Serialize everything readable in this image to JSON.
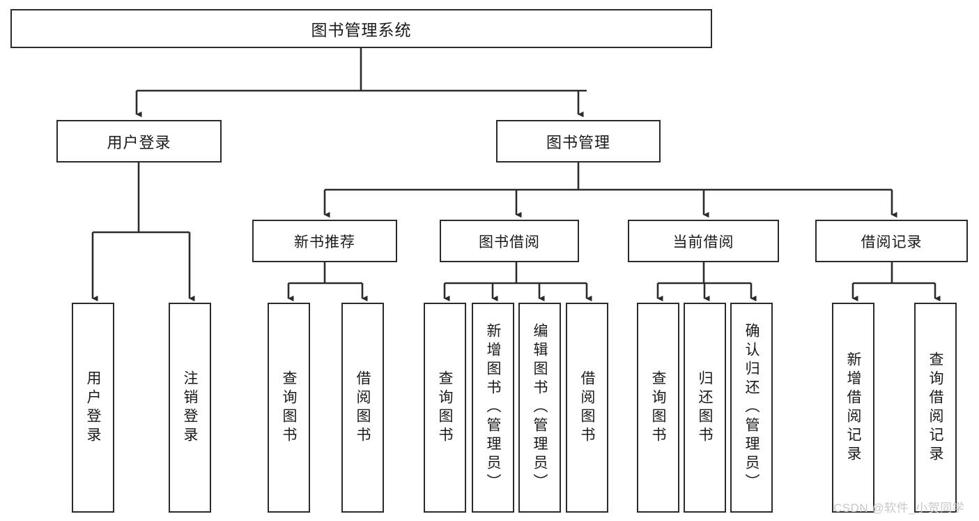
{
  "diagram": {
    "title": "图书管理系统",
    "type": "functional-structure-tree",
    "watermark": "CSDN @软件_小贺同学",
    "colors": {
      "stroke": "#2b2b2b",
      "fill": "#ffffff",
      "text": "#1a1a1a",
      "watermark": "#c8c8c8"
    },
    "nodes": {
      "root": {
        "label": "图书管理系统"
      },
      "level1": [
        {
          "id": "user-login",
          "label": "用户登录"
        },
        {
          "id": "book-management",
          "label": "图书管理"
        }
      ],
      "level2": [
        {
          "id": "new-book-recommend",
          "label": "新书推荐"
        },
        {
          "id": "book-borrow",
          "label": "图书借阅"
        },
        {
          "id": "current-borrow",
          "label": "当前借阅"
        },
        {
          "id": "borrow-record",
          "label": "借阅记录"
        }
      ],
      "leaves": {
        "user_login": [
          {
            "id": "leaf-user-login",
            "label": "用户登录"
          },
          {
            "id": "leaf-logout-login",
            "label": "注销登录"
          }
        ],
        "new_book_recommend": [
          {
            "id": "leaf-query-book-1",
            "label": "查询图书"
          },
          {
            "id": "leaf-borrow-book-1",
            "label": "借阅图书"
          }
        ],
        "book_borrow": [
          {
            "id": "leaf-query-book-2",
            "label": "查询图书"
          },
          {
            "id": "leaf-add-book",
            "label": "新增图书（管理员）"
          },
          {
            "id": "leaf-edit-book",
            "label": "编辑图书（管理员）"
          },
          {
            "id": "leaf-borrow-book-2",
            "label": "借阅图书"
          }
        ],
        "current_borrow": [
          {
            "id": "leaf-query-book-3",
            "label": "查询图书"
          },
          {
            "id": "leaf-return-book",
            "label": "归还图书"
          },
          {
            "id": "leaf-confirm-return",
            "label": "确认归还（管理员）"
          }
        ],
        "borrow_record": [
          {
            "id": "leaf-add-record",
            "label": "新增借阅记录"
          },
          {
            "id": "leaf-query-record",
            "label": "查询借阅记录"
          }
        ]
      }
    }
  }
}
